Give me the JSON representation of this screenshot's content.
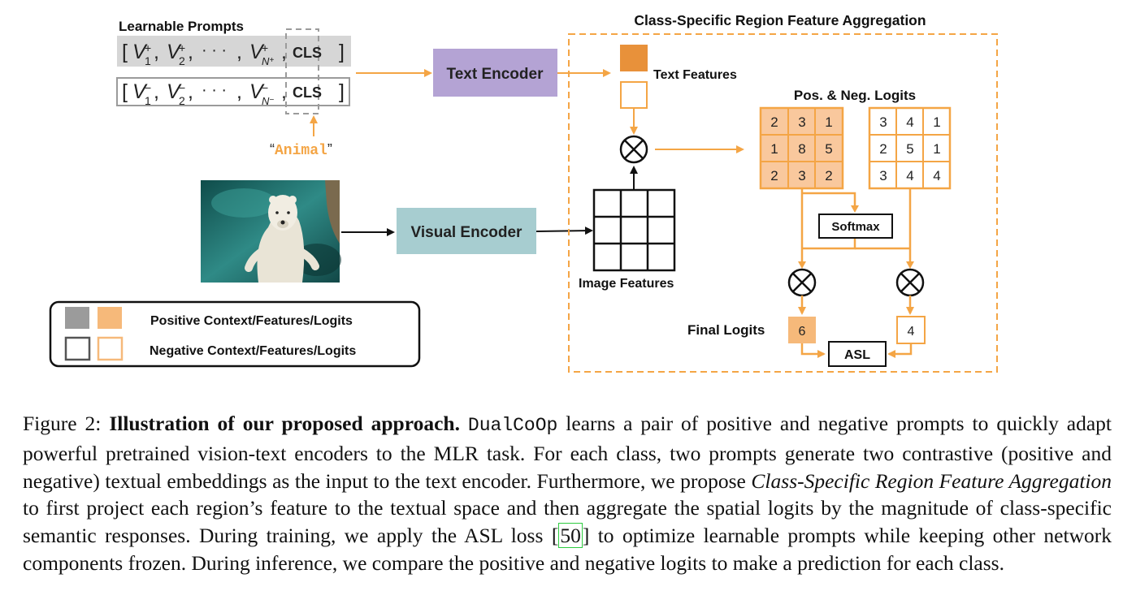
{
  "figure": {
    "learnable_prompts_title": "Learnable Prompts",
    "positive_prompt": {
      "v1": "V",
      "sup": "+",
      "sub1": "1",
      "sub2": "2",
      "subn": "N",
      "ellipsis": "· · ·",
      "cls": "CLS"
    },
    "negative_prompt": {
      "v1": "V",
      "sup": "−",
      "sub1": "1",
      "sub2": "2",
      "subn": "N",
      "ellipsis": "· · ·",
      "cls": "CLS"
    },
    "animal_label": "Animal",
    "text_encoder": "Text Encoder",
    "visual_encoder": "Visual Encoder",
    "region_title": "Class-Specific Region Feature Aggregation",
    "text_features": "Text Features",
    "image_features": "Image Features",
    "logits_title": "Pos. & Neg. Logits",
    "pos_logits": [
      [
        "2",
        "3",
        "1"
      ],
      [
        "1",
        "8",
        "5"
      ],
      [
        "2",
        "3",
        "2"
      ]
    ],
    "neg_logits": [
      [
        "3",
        "4",
        "1"
      ],
      [
        "2",
        "5",
        "1"
      ],
      [
        "3",
        "4",
        "4"
      ]
    ],
    "softmax": "Softmax",
    "final_logits_label": "Final Logits",
    "final_pos": "6",
    "final_neg": "4",
    "asl": "ASL",
    "legend_positive": "Positive Context/Features/Logits",
    "legend_negative": "Negative Context/Features/Logits",
    "colors": {
      "orange": "#f4a545",
      "orange_fill": "#f6b97a",
      "orange_dark": "#e8913a",
      "purple": "#b4a3d4",
      "teal": "#a7cdd0",
      "gray": "#9b9b9b"
    }
  },
  "caption": {
    "label": "Figure 2: ",
    "bold": "Illustration of our proposed approach.",
    "method": "DualCoOp",
    "text1": " learns a pair of positive and negative prompts to quickly adapt powerful pretrained vision-text encoders to the MLR task. For each class, two prompts generate two contrastive (positive and negative) textual embeddings as the input to the text encoder. Furthermore, we propose ",
    "italic": "Class-Specific Region Feature Aggregation",
    "text2": " to first project each region’s feature to the textual space and then aggregate the spatial logits by the magnitude of class-specific semantic responses. During training, we apply the ASL loss [",
    "cite": "50",
    "text3": "] to optimize learnable prompts while keeping other network components frozen. During inference, we compare the positive and negative logits to make a prediction for each class."
  }
}
